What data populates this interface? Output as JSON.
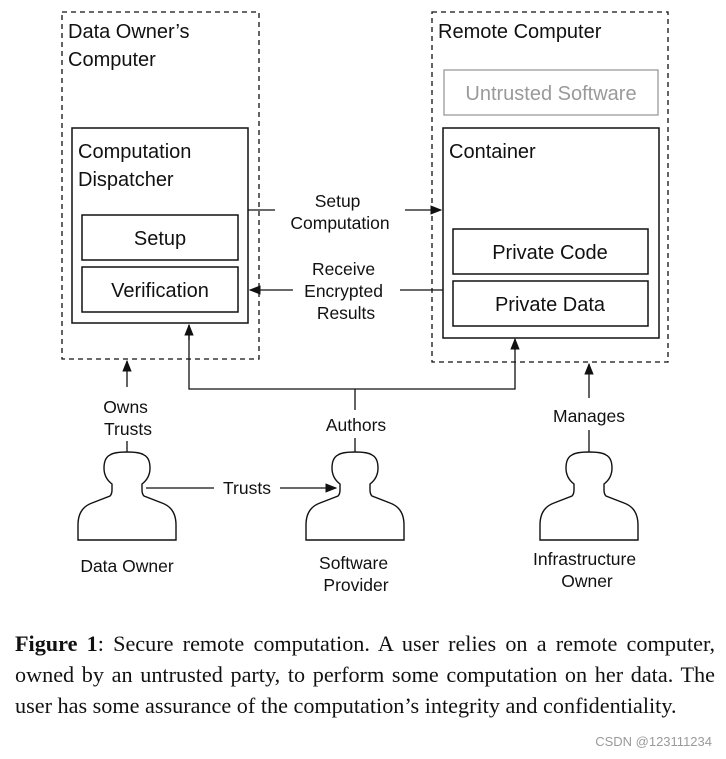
{
  "diagram": {
    "owner_computer_title": [
      "Data Owner’s",
      "Computer"
    ],
    "remote_computer_title": "Remote Computer",
    "untrusted_software": "Untrusted Software",
    "dispatcher_title": [
      "Computation",
      "Dispatcher"
    ],
    "setup": "Setup",
    "verification": "Verification",
    "container_title": "Container",
    "private_code": "Private Code",
    "private_data": "Private Data",
    "setup_computation": [
      "Setup",
      "Computation"
    ],
    "receive_results": [
      "Receive",
      "Encrypted",
      "Results"
    ],
    "owns_trusts": [
      "Owns",
      "Trusts"
    ],
    "authors": "Authors",
    "manages": "Manages",
    "trusts": "Trusts",
    "data_owner": "Data Owner",
    "software_provider": [
      "Software",
      "Provider"
    ],
    "infrastructure_owner": [
      "Infrastructure",
      "Owner"
    ]
  },
  "caption": {
    "label": "Figure 1",
    "text": ":   Secure remote computation. A user relies on a remote computer, owned by an untrusted party, to perform some computation on her data.  The user has some assurance of the computation’s integrity and confidentiality."
  },
  "watermark": "CSDN @123111234"
}
